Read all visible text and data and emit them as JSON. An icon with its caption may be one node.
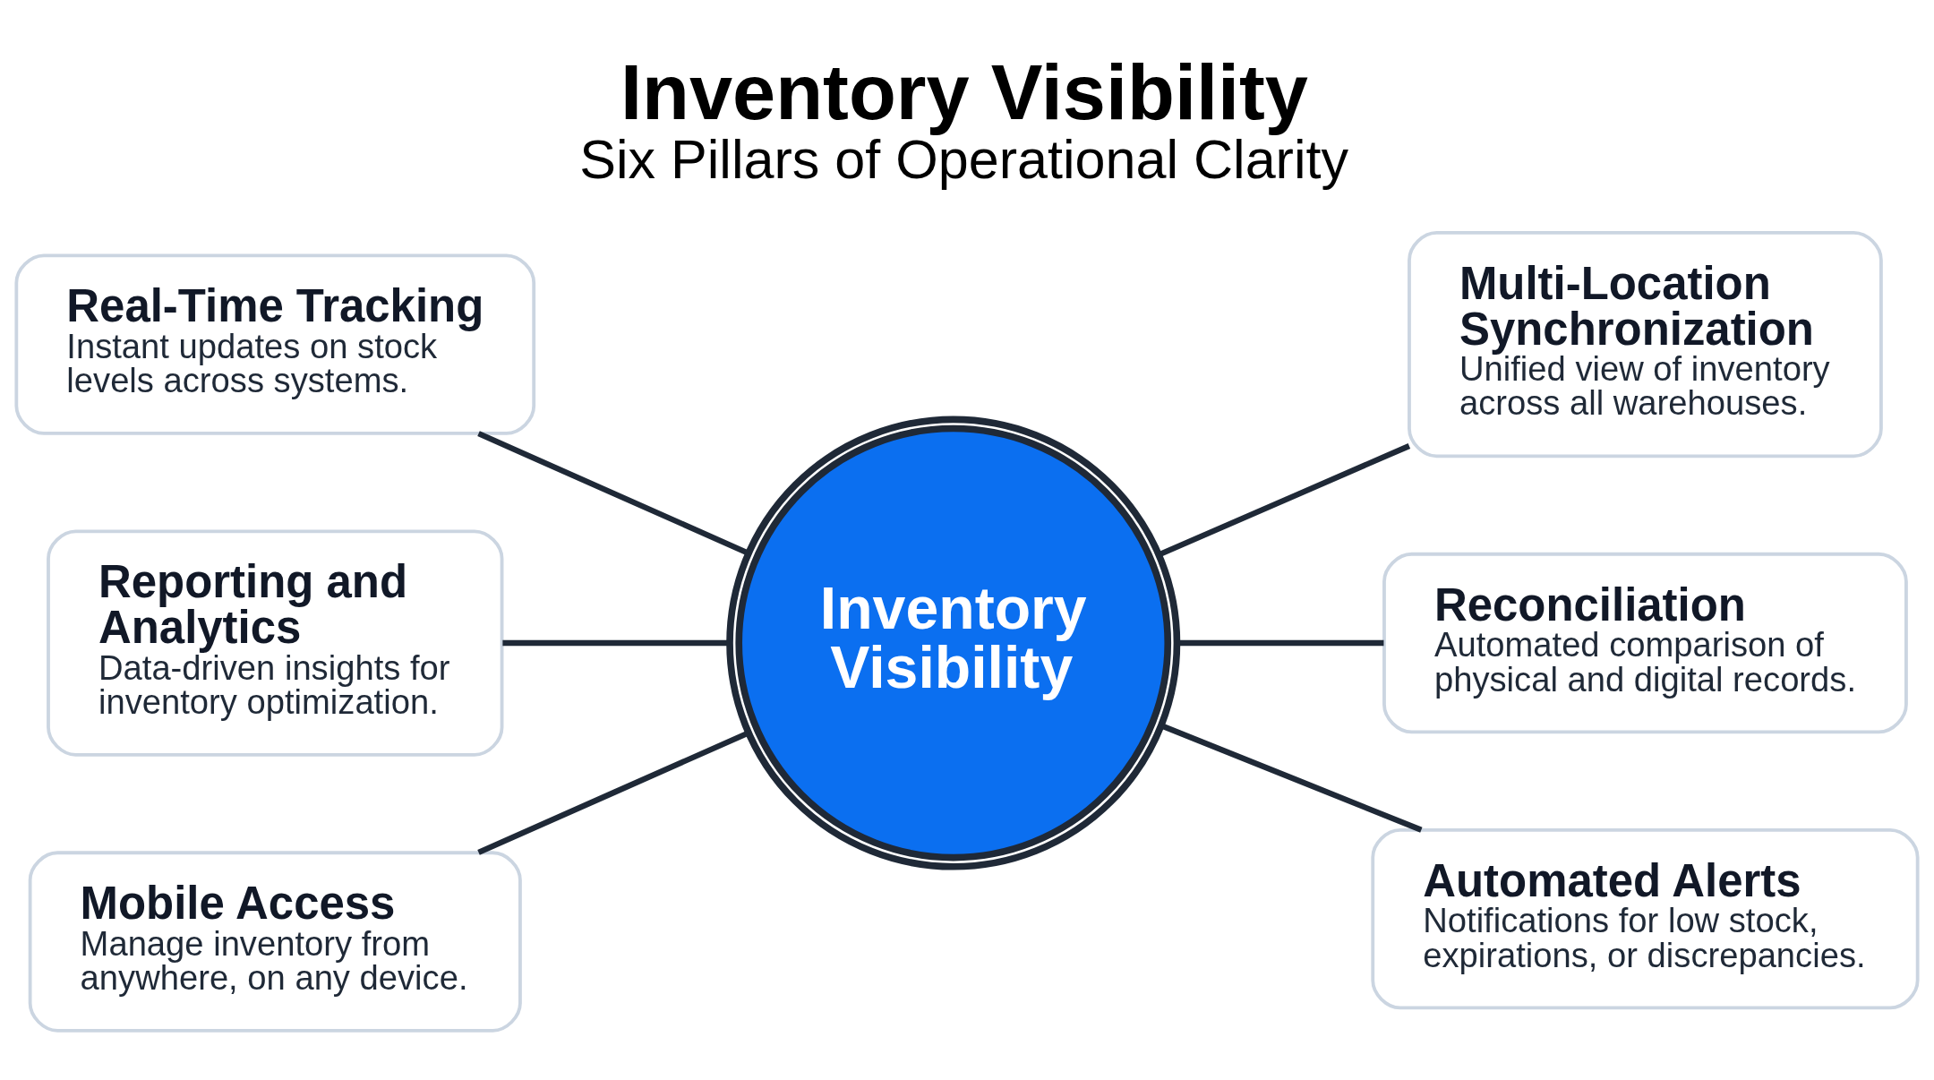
{
  "diagram": {
    "title": "Inventory Visibility",
    "caption": "Six Pillars of Operational Clarity",
    "nodes": [
      {
        "text": [
          "Real-Time Tracking",
          "Instant updates on stock levels across systems."
        ]
      },
      {
        "text": [
          "Multi-Location Synchronization",
          "Unified view of inventory across all warehouses."
        ]
      },
      {
        "text": [
          "Reporting and Analytics",
          "Data-driven insights for inventory optimization."
        ]
      },
      {
        "text": [
          "Inventory Visibility"
        ]
      },
      {
        "text": [
          "Reconciliation",
          "Automated comparison of physical and digital records."
        ]
      },
      {
        "text": [
          "Mobile Access",
          "Manage inventory from anywhere, on any device."
        ]
      },
      {
        "text": [
          "Automated Alerts",
          "Notifications for low stock, expirations, or discrepancies."
        ]
      }
    ],
    "edges": [
      {
        "from": 0,
        "to": 3,
        "arrow": "none"
      },
      {
        "from": 3,
        "to": 1,
        "arrow": "none"
      },
      {
        "from": 2,
        "to": 3,
        "arrow": "none"
      },
      {
        "from": 3,
        "to": 4,
        "arrow": "none"
      },
      {
        "from": 5,
        "to": 3,
        "arrow": "none"
      },
      {
        "from": 3,
        "to": 6,
        "arrow": "none"
      }
    ]
  }
}
